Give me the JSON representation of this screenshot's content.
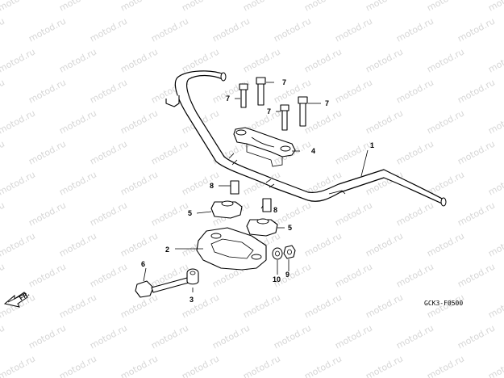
{
  "watermark": {
    "text": "motod.ru",
    "color": "#d6d6d6"
  },
  "callouts": {
    "c1": "1",
    "c2": "2",
    "c3": "3",
    "c4": "4",
    "c5a": "5",
    "c5b": "5",
    "c6": "6",
    "c7a": "7",
    "c7b": "7",
    "c7c": "7",
    "c7d": "7",
    "c8a": "8",
    "c8b": "8",
    "c9": "9",
    "c10": "10"
  },
  "direction_label": "FR.",
  "diagram_code": "GCK3-F0500",
  "icons": {
    "direction": "front-arrow-icon"
  }
}
